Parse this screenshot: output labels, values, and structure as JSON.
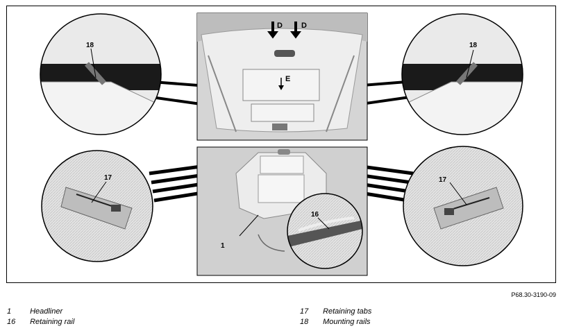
{
  "labels": {
    "arrow_d_left": "D",
    "arrow_d_right": "D",
    "arrow_e": "E",
    "n18_left": "18",
    "n18_right": "18",
    "n17_left": "17",
    "n17_right": "17",
    "n16": "16",
    "n1": "1"
  },
  "reference": "P68.30-3190-09",
  "legend": [
    {
      "num": "1",
      "text": "Headliner"
    },
    {
      "num": "16",
      "text": "Retaining rail"
    },
    {
      "num": "17",
      "text": "Retaining tabs"
    },
    {
      "num": "18",
      "text": "Mounting rails"
    }
  ],
  "colors": {
    "line": "#000000",
    "photo": "#d8d8d8",
    "detail": "#e6e6e6"
  }
}
